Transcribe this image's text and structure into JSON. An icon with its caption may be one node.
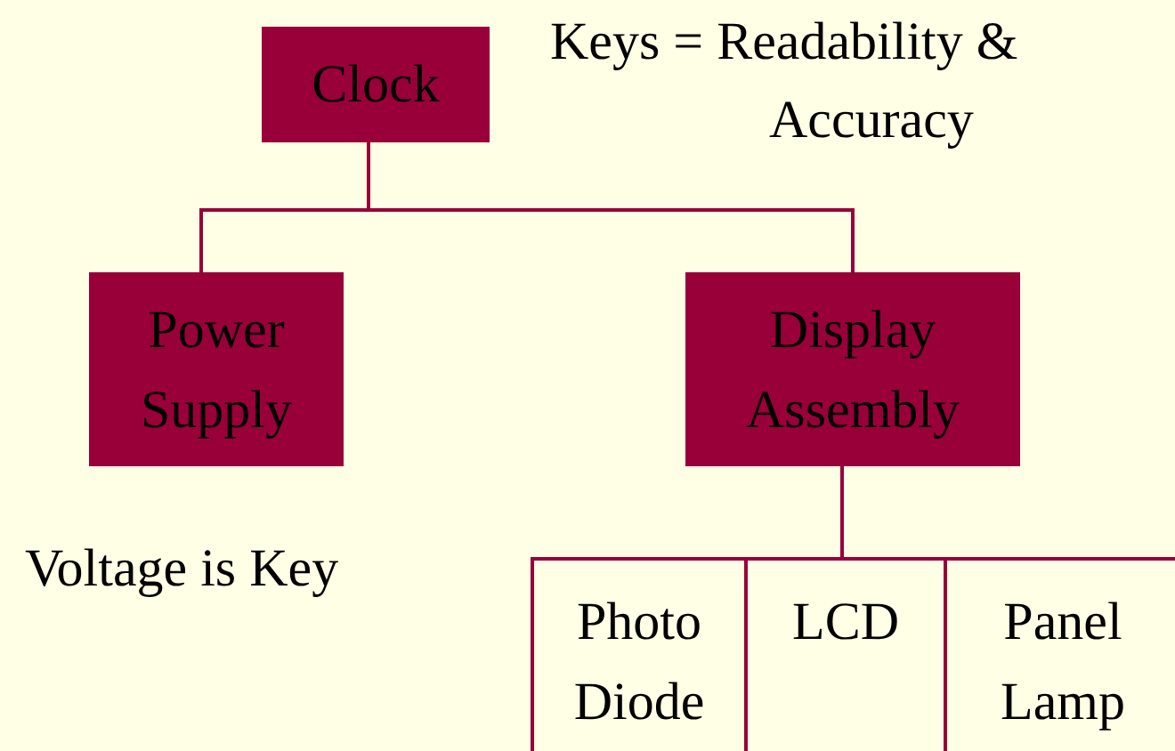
{
  "diagram": {
    "nodes": [
      {
        "text": [
          "Clock"
        ]
      },
      {
        "text": [
          "Power Supply"
        ]
      },
      {
        "text": [
          "Display Assembly"
        ]
      },
      {
        "text": [
          "Photo Diode"
        ]
      },
      {
        "text": [
          "LCD"
        ]
      },
      {
        "text": [
          "Panel Lamp"
        ]
      }
    ],
    "edges": [
      {
        "from": 0,
        "to": 1,
        "arrow": "none"
      },
      {
        "from": 0,
        "to": 2,
        "arrow": "none"
      },
      {
        "from": 2,
        "to": 3,
        "arrow": "none"
      },
      {
        "from": 2,
        "to": 4,
        "arrow": "none"
      },
      {
        "from": 2,
        "to": 5,
        "arrow": "none"
      }
    ],
    "labels": [
      "Keys = Readability & Accuracy",
      "Voltage is Key"
    ]
  }
}
